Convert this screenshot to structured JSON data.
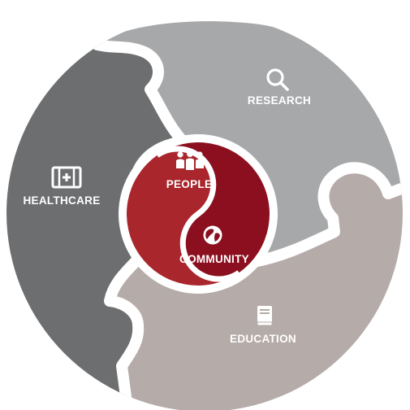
{
  "diagram": {
    "outer_segments": [
      {
        "id": "research",
        "label": "RESEARCH",
        "icon": "magnifier-icon",
        "color": "#a7a8aa"
      },
      {
        "id": "healthcare",
        "label": "HEALTHCARE",
        "icon": "first-aid-kit-icon",
        "color": "#6c6e70"
      },
      {
        "id": "education",
        "label": "EDUCATION",
        "icon": "book-icon",
        "color": "#b5aba8"
      }
    ],
    "inner_segments": [
      {
        "id": "people",
        "label": "PEOPLE",
        "icon": "people-group-icon",
        "color": "#a9262c"
      },
      {
        "id": "community",
        "label": "COMMUNITY",
        "icon": "globe-icon",
        "color": "#8c0f1f"
      }
    ]
  }
}
